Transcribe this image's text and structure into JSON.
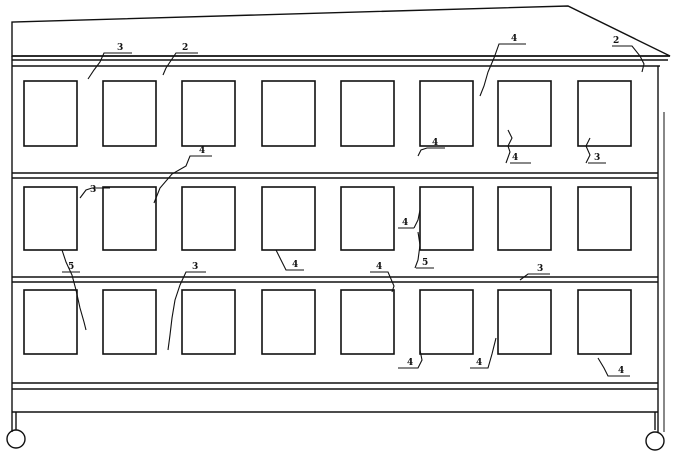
{
  "colors": {
    "ink": "#111111",
    "paper": "#ffffff"
  },
  "callouts": [
    {
      "id": "c1",
      "label": "3"
    },
    {
      "id": "c2",
      "label": "2"
    },
    {
      "id": "c3",
      "label": "4"
    },
    {
      "id": "c4",
      "label": "2"
    },
    {
      "id": "c5",
      "label": "4"
    },
    {
      "id": "c6",
      "label": "4"
    },
    {
      "id": "c7",
      "label": "4"
    },
    {
      "id": "c8",
      "label": "3"
    },
    {
      "id": "c9",
      "label": "3"
    },
    {
      "id": "c10",
      "label": "4"
    },
    {
      "id": "c11",
      "label": "5"
    },
    {
      "id": "c12",
      "label": "5"
    },
    {
      "id": "c13",
      "label": "3"
    },
    {
      "id": "c14",
      "label": "4"
    },
    {
      "id": "c15",
      "label": "4"
    },
    {
      "id": "c16",
      "label": "3"
    },
    {
      "id": "c17",
      "label": "4"
    },
    {
      "id": "c18",
      "label": "4"
    }
  ]
}
